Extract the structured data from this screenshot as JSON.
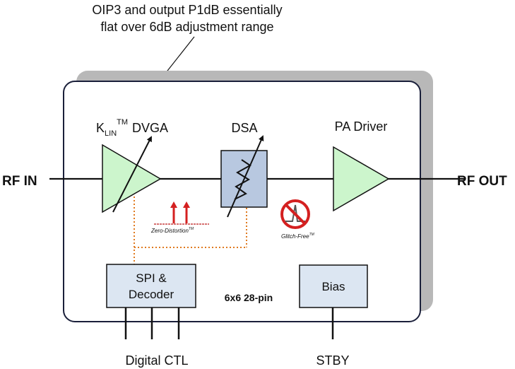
{
  "callout": {
    "line1": "OIP3 and output P1dB essentially",
    "line2": "flat over 6dB adjustment range"
  },
  "blocks": {
    "dvga": {
      "k": "K",
      "sub": "LIN",
      "sup": "TM",
      "name": "DVGA"
    },
    "dsa": {
      "label": "DSA"
    },
    "pa_driver": {
      "label": "PA Driver"
    },
    "spi_decoder": {
      "line1": "SPI &",
      "line2": "Decoder"
    },
    "bias": {
      "label": "Bias"
    }
  },
  "io": {
    "rf_in": "RF IN",
    "rf_out": "RF OUT",
    "digital_ctl": "Digital CTL",
    "stby": "STBY"
  },
  "package_label": "6x6 28-pin",
  "logos": {
    "zero_distortion": "Zero-Distortion",
    "zero_distortion_tm": "TM",
    "glitch_free": "Glitch-Free",
    "glitch_free_tm": "TM"
  },
  "colors": {
    "amplifier_fill": "#ccf5cc",
    "dsa_fill": "#b8c8e0",
    "control_block_fill": "#dce6f2",
    "control_path": "#e07a1f",
    "shadow": "#b8b8b8",
    "logo_red": "#d42020"
  }
}
